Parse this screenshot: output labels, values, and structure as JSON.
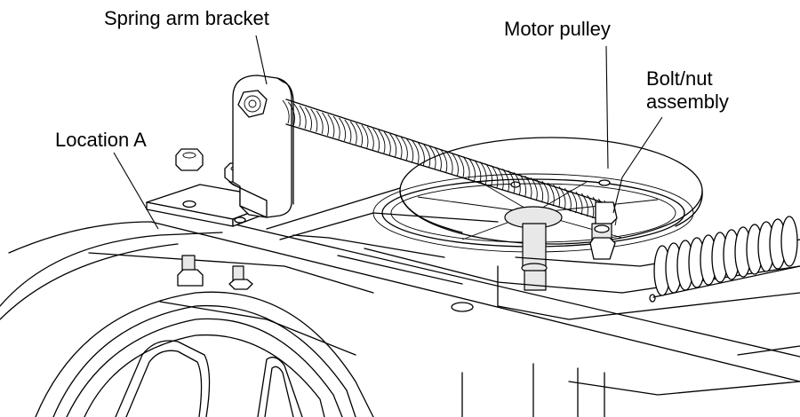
{
  "labels": {
    "spring_arm_bracket": "Spring arm bracket",
    "motor_pulley": "Motor pulley",
    "bolt_nut_line1": "Bolt/nut",
    "bolt_nut_line2": "assembly",
    "location_a": "Location A"
  },
  "colors": {
    "line": "#000000",
    "background": "#ffffff",
    "shade": "#e8e8e8"
  }
}
